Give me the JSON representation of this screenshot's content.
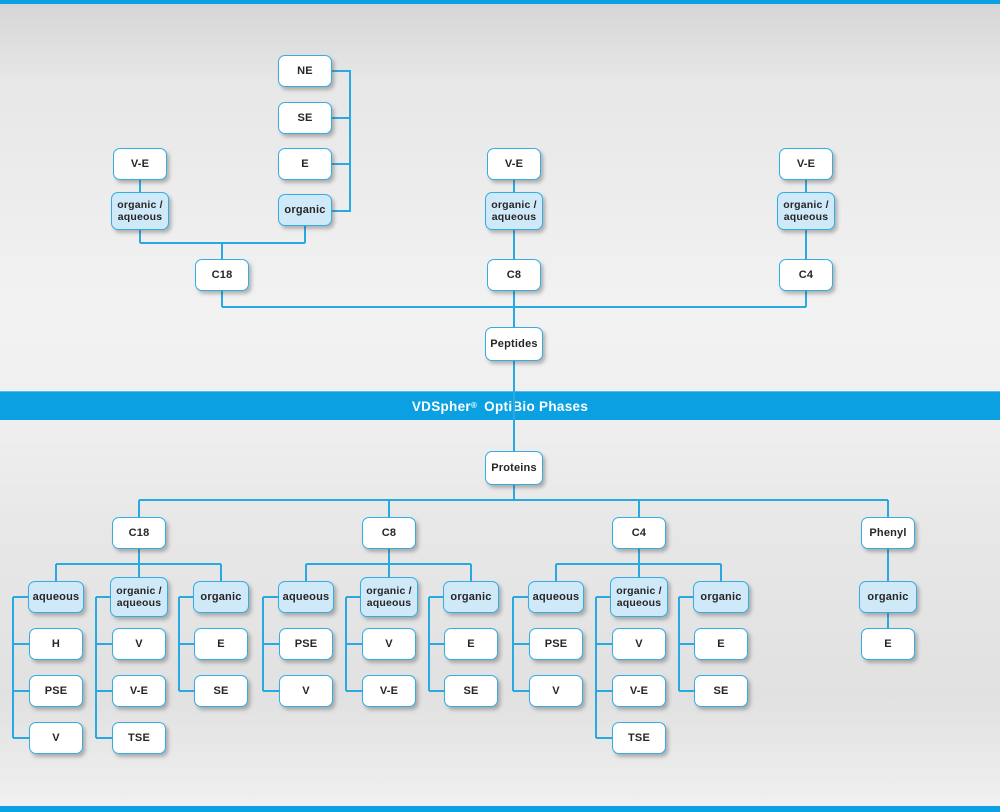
{
  "banner": {
    "brand": "VDSpher",
    "reg": "®",
    "rest": "OptiBio Phases"
  },
  "colors": {
    "accent_blue": "#0aa0e2",
    "line_blue": "#29a9e1",
    "node_border_blue": "#35ade4",
    "node_fill_blue": "#cfe9f8",
    "node_fill_white": "#ffffff",
    "text_dark": "#272525",
    "background_gray": "#e7e7e7"
  },
  "peptides_tree": {
    "root": "Peptides",
    "columns": [
      "C18",
      "C8",
      "C4"
    ],
    "eluent_boxes": [
      "organic / aqueous",
      "organic"
    ],
    "phase_types": [
      "V-E",
      "NE",
      "SE",
      "E"
    ]
  },
  "proteins_tree": {
    "root": "Proteins",
    "columns": [
      "C18",
      "C8",
      "C4",
      "Phenyl"
    ]
  },
  "nodes": {
    "t_ne": {
      "label": "NE"
    },
    "t_se": {
      "label": "SE"
    },
    "t_e": {
      "label": "E"
    },
    "t_organic": {
      "label": "organic"
    },
    "t_ve_c18": {
      "label": "V-E"
    },
    "t_oa_c18": {
      "label": "organic /\naqueous"
    },
    "t_c18": {
      "label": "C18"
    },
    "t_ve_c8": {
      "label": "V-E"
    },
    "t_oa_c8": {
      "label": "organic /\naqueous"
    },
    "t_c8": {
      "label": "C8"
    },
    "t_ve_c4": {
      "label": "V-E"
    },
    "t_oa_c4": {
      "label": "organic /\naqueous"
    },
    "t_c4": {
      "label": "C4"
    },
    "peptides": {
      "label": "Peptides"
    },
    "proteins": {
      "label": "Proteins"
    },
    "b_c18": {
      "label": "C18"
    },
    "b_c8": {
      "label": "C8"
    },
    "b_c4": {
      "label": "C4"
    },
    "b_phenyl": {
      "label": "Phenyl"
    },
    "b_c18_aq": {
      "label": "aqueous"
    },
    "b_c18_oa": {
      "label": "organic /\naqueous"
    },
    "b_c18_org": {
      "label": "organic"
    },
    "b_c18_aq_h": {
      "label": "H"
    },
    "b_c18_aq_pse": {
      "label": "PSE"
    },
    "b_c18_aq_v": {
      "label": "V"
    },
    "b_c18_oa_v": {
      "label": "V"
    },
    "b_c18_oa_ve": {
      "label": "V-E"
    },
    "b_c18_oa_tse": {
      "label": "TSE"
    },
    "b_c18_org_e": {
      "label": "E"
    },
    "b_c18_org_se": {
      "label": "SE"
    },
    "b_c8_aq": {
      "label": "aqueous"
    },
    "b_c8_oa": {
      "label": "organic /\naqueous"
    },
    "b_c8_org": {
      "label": "organic"
    },
    "b_c8_aq_pse": {
      "label": "PSE"
    },
    "b_c8_aq_v": {
      "label": "V"
    },
    "b_c8_oa_v": {
      "label": "V"
    },
    "b_c8_oa_ve": {
      "label": "V-E"
    },
    "b_c8_org_e": {
      "label": "E"
    },
    "b_c8_org_se": {
      "label": "SE"
    },
    "b_c4_aq": {
      "label": "aqueous"
    },
    "b_c4_oa": {
      "label": "organic /\naqueous"
    },
    "b_c4_org": {
      "label": "organic"
    },
    "b_c4_aq_pse": {
      "label": "PSE"
    },
    "b_c4_aq_v": {
      "label": "V"
    },
    "b_c4_oa_v": {
      "label": "V"
    },
    "b_c4_oa_ve": {
      "label": "V-E"
    },
    "b_c4_oa_tse": {
      "label": "TSE"
    },
    "b_c4_org_e": {
      "label": "E"
    },
    "b_c4_org_se": {
      "label": "SE"
    },
    "b_ph_org": {
      "label": "organic"
    },
    "b_ph_e": {
      "label": "E"
    }
  }
}
